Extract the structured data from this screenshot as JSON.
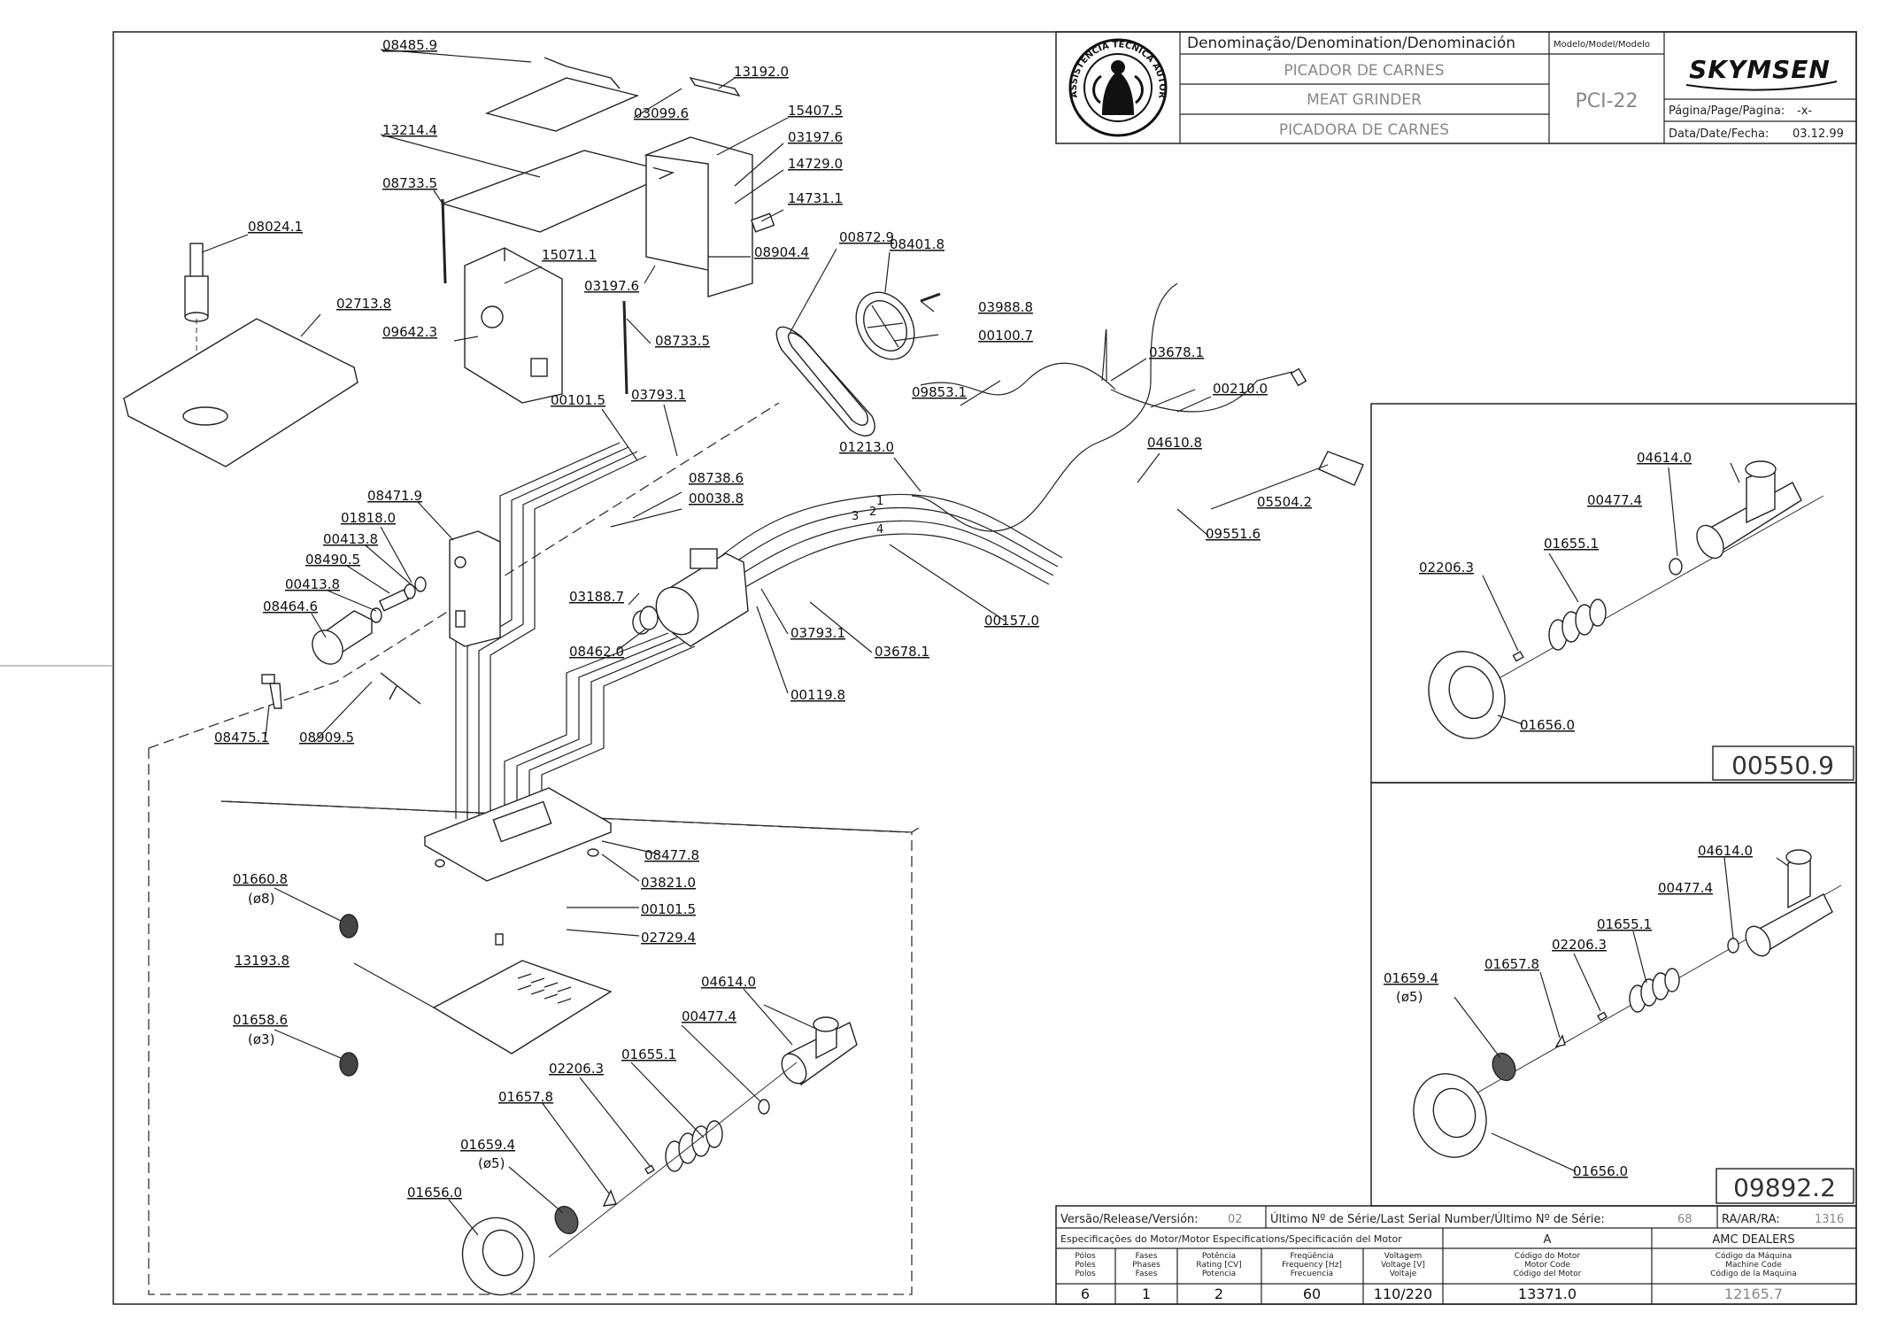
{
  "title_block": {
    "denomination_header": "Denominação/Denomination/Denominación",
    "model_header": "Modelo/Model/Modelo",
    "brand": "SKYMSEN",
    "name_pt": "PICADOR DE CARNES",
    "name_en": "MEAT GRINDER",
    "name_es": "PICADORA DE CARNES",
    "model": "PCI-22",
    "page_label": "Página/Page/Pagina:",
    "page_value": "-x-",
    "date_label": "Data/Date/Fecha:",
    "date_value": "03.12.99",
    "seal_text": "ASSISTÊNCIA TÉCNICA AUTORIZADA"
  },
  "footer": {
    "release_label": "Versão/Release/Versión:",
    "release_value": "02",
    "serial_label": "Último Nº de Série/Last Serial Number/Último Nº de Série:",
    "serial_value": "68",
    "ra_label": "RA/AR/RA:",
    "ra_value": "1316",
    "motor_spec_label": "Especificações do Motor/Motor Especifications/Specificación del Motor",
    "motor_letter": "A",
    "dealers": "AMC DEALERS",
    "headers": [
      [
        "Pólos",
        "Poles",
        "Polos"
      ],
      [
        "Fases",
        "Phases",
        "Fases"
      ],
      [
        "Potência",
        "Rating [CV]",
        "Potencia"
      ],
      [
        "Freqüência",
        "Frequency [Hz]",
        "Frecuencia"
      ],
      [
        "Voltagem",
        "Voltage [V]",
        "Voltaje"
      ],
      [
        "Código do Motor",
        "Motor Code",
        "Código del Motor"
      ],
      [
        "Código da Máquina",
        "Machine Code",
        "Código de la Maquina"
      ]
    ],
    "values": [
      "6",
      "1",
      "2",
      "60",
      "110/220",
      "13371.0",
      "12165.7"
    ]
  },
  "insets": [
    {
      "code": "00550.9",
      "parts": [
        "04614.0",
        "00477.4",
        "01655.1",
        "02206.3",
        "01656.0"
      ]
    },
    {
      "code": "09892.2",
      "parts": [
        "04614.0",
        "00477.4",
        "01655.1",
        "02206.3",
        "01657.8",
        "01659.4",
        "(ø5)",
        "01656.0"
      ]
    }
  ],
  "main_labels": {
    "p08485_9": "08485.9",
    "p13192_0": "13192.0",
    "p03099_6": "03099.6",
    "p15407_5": "15407.5",
    "p13214_4": "13214.4",
    "p03197_6a": "03197.6",
    "p14729_0": "14729.0",
    "p14731_1": "14731.1",
    "p08733_5a": "08733.5",
    "p15071_1": "15071.1",
    "p08904_4": "08904.4",
    "p03197_6b": "03197.6",
    "p08024_1": "08024.1",
    "p02713_8": "02713.8",
    "p09642_3": "09642.3",
    "p08733_5b": "08733.5",
    "p00872_9": "00872.9",
    "p08401_8": "08401.8",
    "p03988_8": "03988.8",
    "p00100_7": "00100.7",
    "p03678_1a": "03678.1",
    "p00210_0": "00210.0",
    "p09853_1": "09853.1",
    "p04610_8": "04610.8",
    "p00101_5a": "00101.5",
    "p03793_1a": "03793.1",
    "p01213_0": "01213.0",
    "p05504_2": "05504.2",
    "p08738_6": "08738.6",
    "p00038_8": "00038.8",
    "p08471_9": "08471.9",
    "p09551_6": "09551.6",
    "p01818_0": "01818.0",
    "p00413_8a": "00413.8",
    "p08490_5": "08490.5",
    "p00413_8b": "00413.8",
    "p08464_6": "08464.6",
    "p03188_7": "03188.7",
    "p00157_0": "00157.0",
    "p03793_1b": "03793.1",
    "p03678_1b": "03678.1",
    "p08462_0": "08462.0",
    "p00119_8": "00119.8",
    "p08475_1": "08475.1",
    "p08909_5": "08909.5",
    "p08477_8": "08477.8",
    "p03821_0": "03821.0",
    "p00101_5b": "00101.5",
    "p02729_4": "02729.4",
    "p01660_8": "01660.8",
    "p01660_8_d": "(ø8)",
    "p13193_8": "13193.8",
    "p01658_6": "01658.6",
    "p01658_6_d": "(ø3)",
    "p04614_0": "04614.0",
    "p00477_4": "00477.4",
    "p02206_3": "02206.3",
    "p01655_1": "01655.1",
    "p01657_8": "01657.8",
    "p01659_4": "01659.4",
    "p01659_4_d": "(ø5)",
    "p01656_0": "01656.0",
    "wire_1": "1",
    "wire_2": "2",
    "wire_3": "3",
    "wire_4": "4"
  }
}
